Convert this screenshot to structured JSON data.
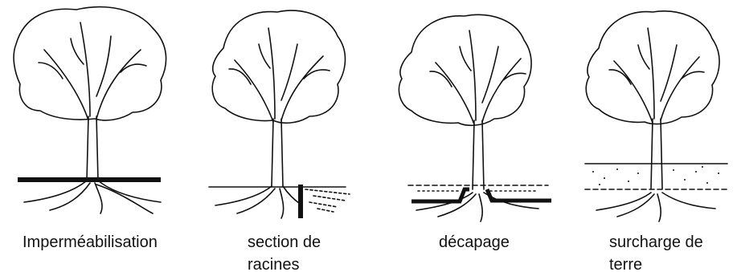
{
  "panels": [
    {
      "id": "impermeabilisation",
      "caption_lines": [
        "Imperméabilisation"
      ]
    },
    {
      "id": "section-racines",
      "caption_lines": [
        "section de",
        "racines"
      ]
    },
    {
      "id": "decapage",
      "caption_lines": [
        "décapage"
      ]
    },
    {
      "id": "surcharge-terre",
      "caption_lines": [
        "surcharge de",
        "terre"
      ]
    }
  ],
  "colors": {
    "ink": "#111111",
    "background": "#ffffff"
  }
}
